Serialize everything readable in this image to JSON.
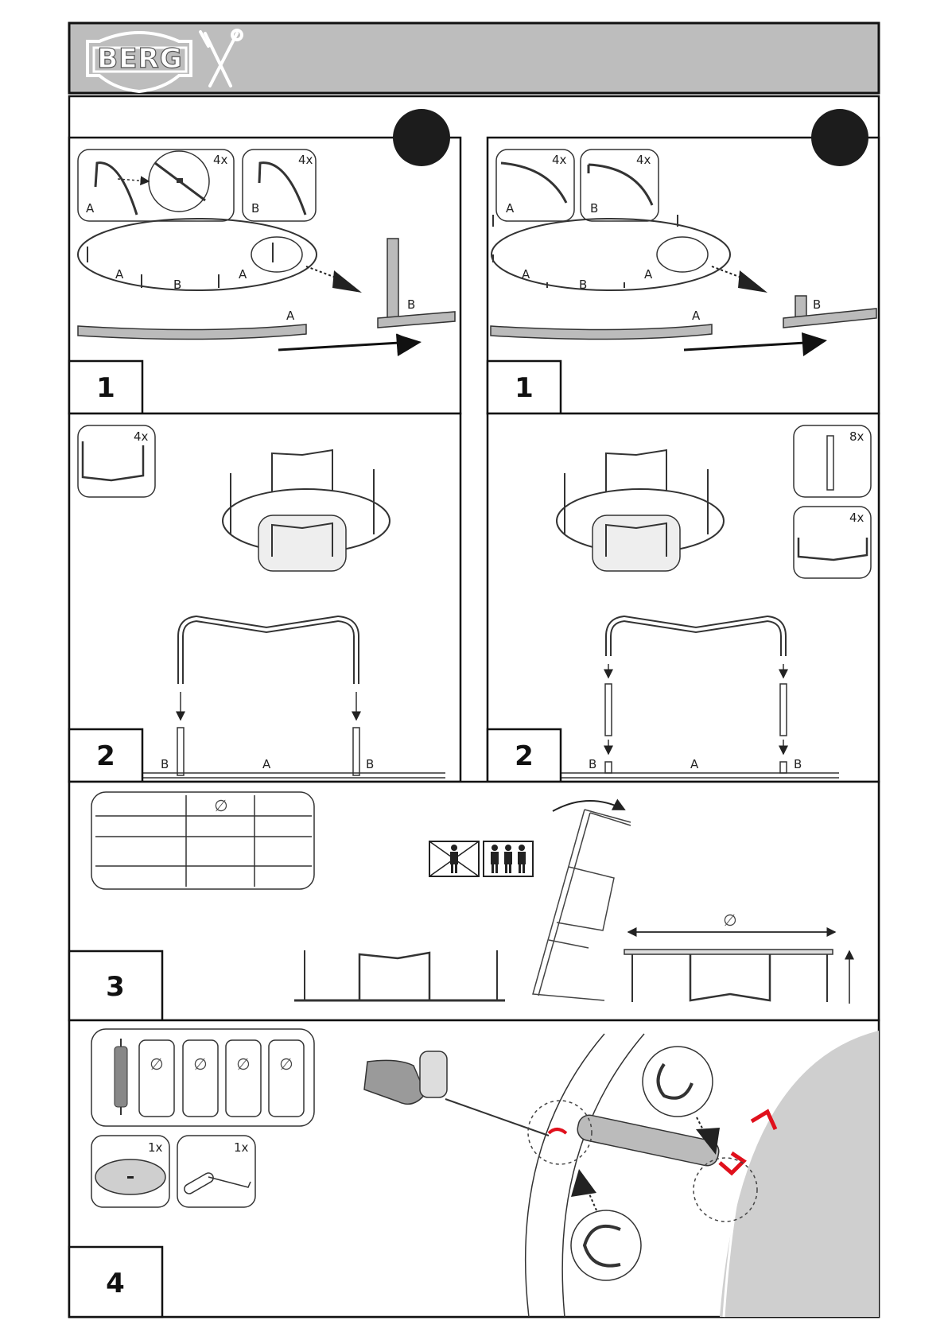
{
  "header": {
    "logo_text": "BERG",
    "logo_icon": "wrench-screwdriver-icon"
  },
  "parts": {
    "a": "A",
    "b": "B"
  },
  "qty": {
    "q4x": "4x",
    "q8x": "8x",
    "q1x": "1x"
  },
  "diameter_symbol": "∅",
  "steps": {
    "s1": "1",
    "s2": "2",
    "s3": "3",
    "s4": "4"
  },
  "icons": {
    "one_person": "one-person-crossed-icon",
    "three_people": "three-people-icon",
    "arrow": "arrow-icon",
    "spring": "spring-icon",
    "hook_detail": "hook-detail-icon"
  },
  "colors": {
    "header_bg": "#bdbdbd",
    "badge": "#1c1c1c",
    "hook": "#e0101c",
    "mat": "#cfcfcf"
  }
}
